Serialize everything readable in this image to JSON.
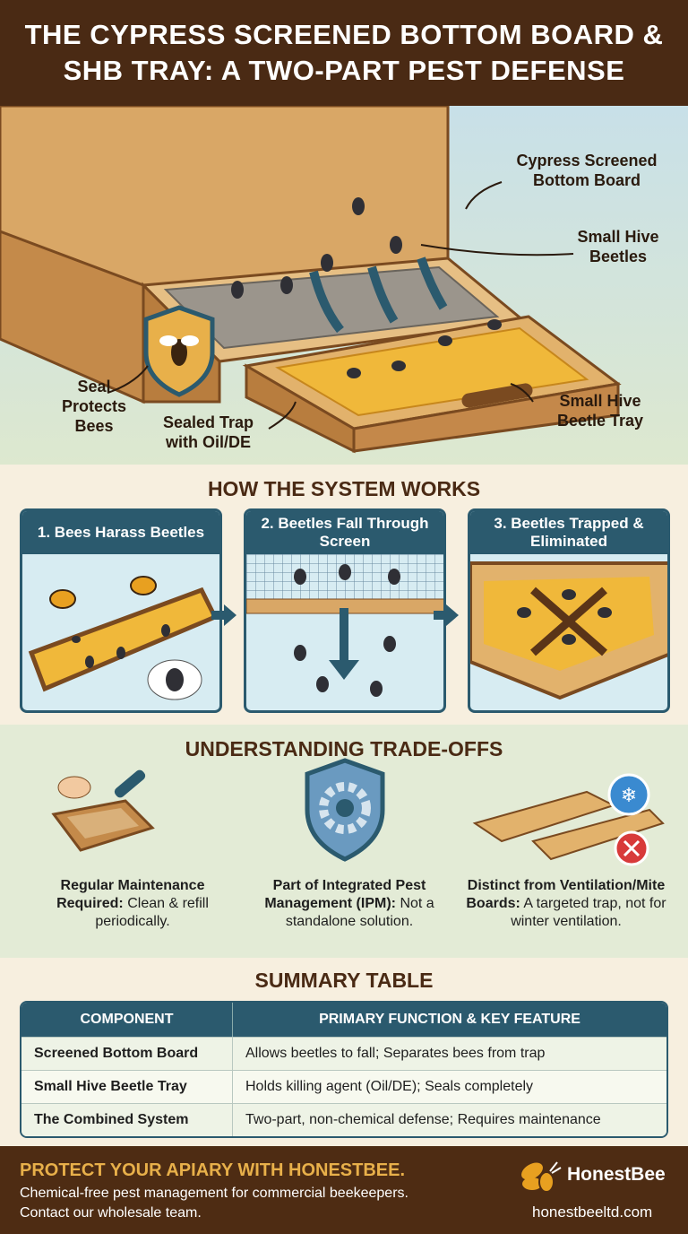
{
  "title": "THE CYPRESS SCREENED BOTTOM BOARD & SHB TRAY: A TWO-PART PEST DEFENSE",
  "hero": {
    "labels": {
      "bottom_board": "Cypress Screened Bottom Board",
      "beetles": "Small Hive Beetles",
      "tray": "Small Hive Beetle Tray",
      "seal": "Seal Protects Bees",
      "trap": "Sealed Trap with Oil/DE"
    }
  },
  "how": {
    "title": "HOW THE SYSTEM WORKS",
    "steps": [
      {
        "label": "1. Bees Harass Beetles"
      },
      {
        "label": "2. Beetles Fall Through Screen"
      },
      {
        "label": "3. Beetles Trapped & Eliminated"
      }
    ]
  },
  "tradeoffs": {
    "title": "UNDERSTANDING TRADE-OFFS",
    "items": [
      {
        "bold": "Regular Maintenance Required:",
        "text": "Clean & refill periodically.",
        "icon": "cleaning-tray-icon"
      },
      {
        "bold": "Part of Integrated Pest Management (IPM):",
        "text": "Not a standalone solution.",
        "icon": "gear-shield-icon"
      },
      {
        "bold": "Distinct from Ventilation/Mite Boards:",
        "text": "A targeted trap, not for winter ventilation.",
        "icon": "ventilation-board-icon"
      }
    ]
  },
  "summary": {
    "title": "SUMMARY TABLE",
    "headers": [
      "COMPONENT",
      "PRIMARY FUNCTION & KEY FEATURE"
    ],
    "rows": [
      [
        "Screened Bottom Board",
        "Allows beetles to fall; Separates bees from trap"
      ],
      [
        "Small Hive Beetle Tray",
        "Holds killing agent (Oil/DE); Seals completely"
      ],
      [
        "The Combined System",
        "Two-part, non-chemical defense; Requires maintenance"
      ]
    ]
  },
  "footer": {
    "headline": "PROTECT YOUR APIARY WITH HONESTBEE.",
    "line1": "Chemical-free pest management for commercial beekeepers.",
    "line2": "Contact our wholesale team.",
    "brand": "HonestBee",
    "url": "honestbeeltd.com"
  },
  "colors": {
    "brown": "#4a2a14",
    "teal": "#2b5a6e",
    "gold": "#e8b04a",
    "cream": "#f7efdf",
    "green": "#e3ebd6"
  }
}
